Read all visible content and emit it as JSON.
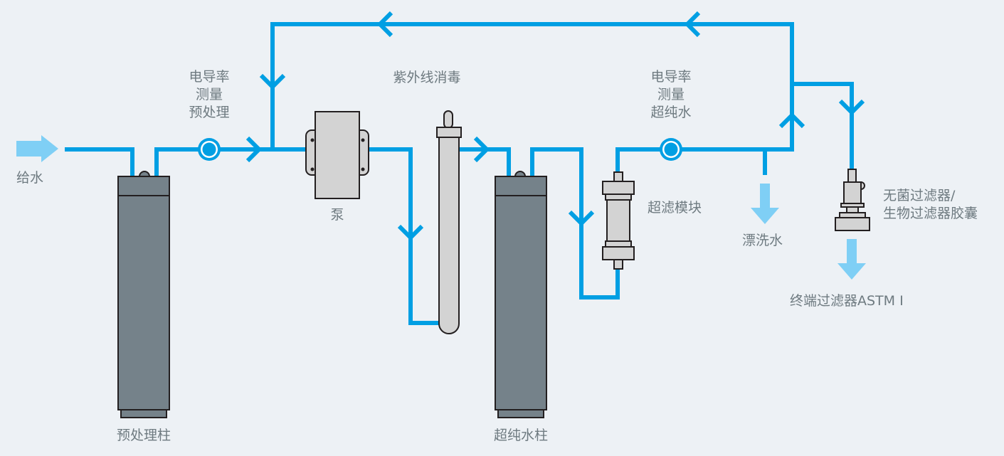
{
  "title": "Water purification flow diagram",
  "colors": {
    "background": "#edf1f5",
    "pipe": "#009fe3",
    "flow_arrow": "#7fcff5",
    "column": "#75828a",
    "component": "#d3d3d3",
    "label_text": "#6e7a80"
  },
  "labels": {
    "feed_water": "给水",
    "conductivity_pre": [
      "电导率",
      "测量",
      "预处理"
    ],
    "uv_disinfection": "紫外线消毒",
    "pump": "泵",
    "conductivity_ultra": [
      "电导率",
      "测量",
      "超纯水"
    ],
    "ultrafiltration_module": "超滤模块",
    "rinse_water": "漂洗水",
    "sterile_filter": [
      "无菌过滤器/",
      "生物过滤器胶囊"
    ],
    "final_filter": "终端过滤器ASTM Ⅰ",
    "pretreatment_column": "预处理柱",
    "ultrapure_column": "超纯水柱"
  },
  "components": [
    {
      "id": "feed-arrow",
      "icon": "right-arrow-icon"
    },
    {
      "id": "pretreatment-column",
      "icon": "cartridge-column-icon"
    },
    {
      "id": "conductivity-sensor-pre",
      "icon": "sensor-circle-icon"
    },
    {
      "id": "pump",
      "icon": "pump-icon"
    },
    {
      "id": "uv-lamp",
      "icon": "uv-lamp-icon"
    },
    {
      "id": "ultrapure-column",
      "icon": "cartridge-column-icon"
    },
    {
      "id": "ultrafiltration-module",
      "icon": "filter-module-icon"
    },
    {
      "id": "conductivity-sensor-ultra",
      "icon": "sensor-circle-icon"
    },
    {
      "id": "rinse-arrow",
      "icon": "down-arrow-icon"
    },
    {
      "id": "sterile-filter",
      "icon": "capsule-filter-icon"
    },
    {
      "id": "final-arrow",
      "icon": "down-arrow-icon"
    }
  ]
}
